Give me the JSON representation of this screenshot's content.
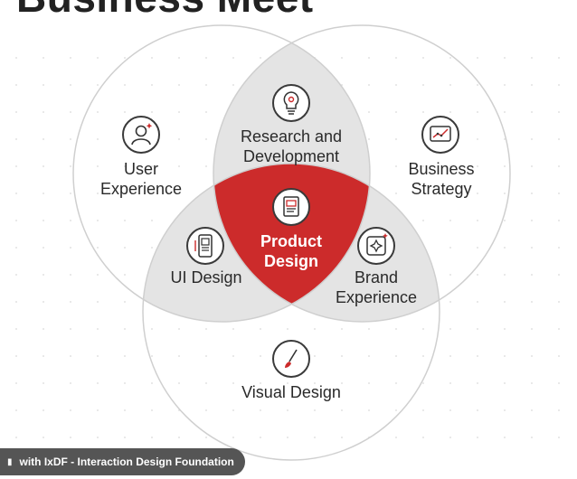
{
  "title": "Business Meet",
  "circles": {
    "user_experience": [
      "User",
      "Experience"
    ],
    "research": [
      "Research and",
      "Development"
    ],
    "business": [
      "Business",
      "Strategy"
    ],
    "visual": "Visual Design"
  },
  "intersections": {
    "ui": "UI Design",
    "brand": [
      "Brand",
      "Experience"
    ],
    "center": [
      "Product",
      "Design"
    ]
  },
  "icons": {
    "user_experience": "user-icon",
    "research": "lightbulb-gear-icon",
    "business": "trend-chart-icon",
    "ui": "mobile-layout-icon",
    "brand": "sparkle-diamond-icon",
    "center": "document-icon",
    "visual": "paintbrush-icon"
  },
  "colors": {
    "accent": "#cc2b2b",
    "overlap": "#e4e4e4",
    "circle_stroke": "#cfcfcf",
    "text": "#2a2a2a"
  },
  "badge": {
    "text": "with IxDF - Interaction Design Foundation"
  }
}
